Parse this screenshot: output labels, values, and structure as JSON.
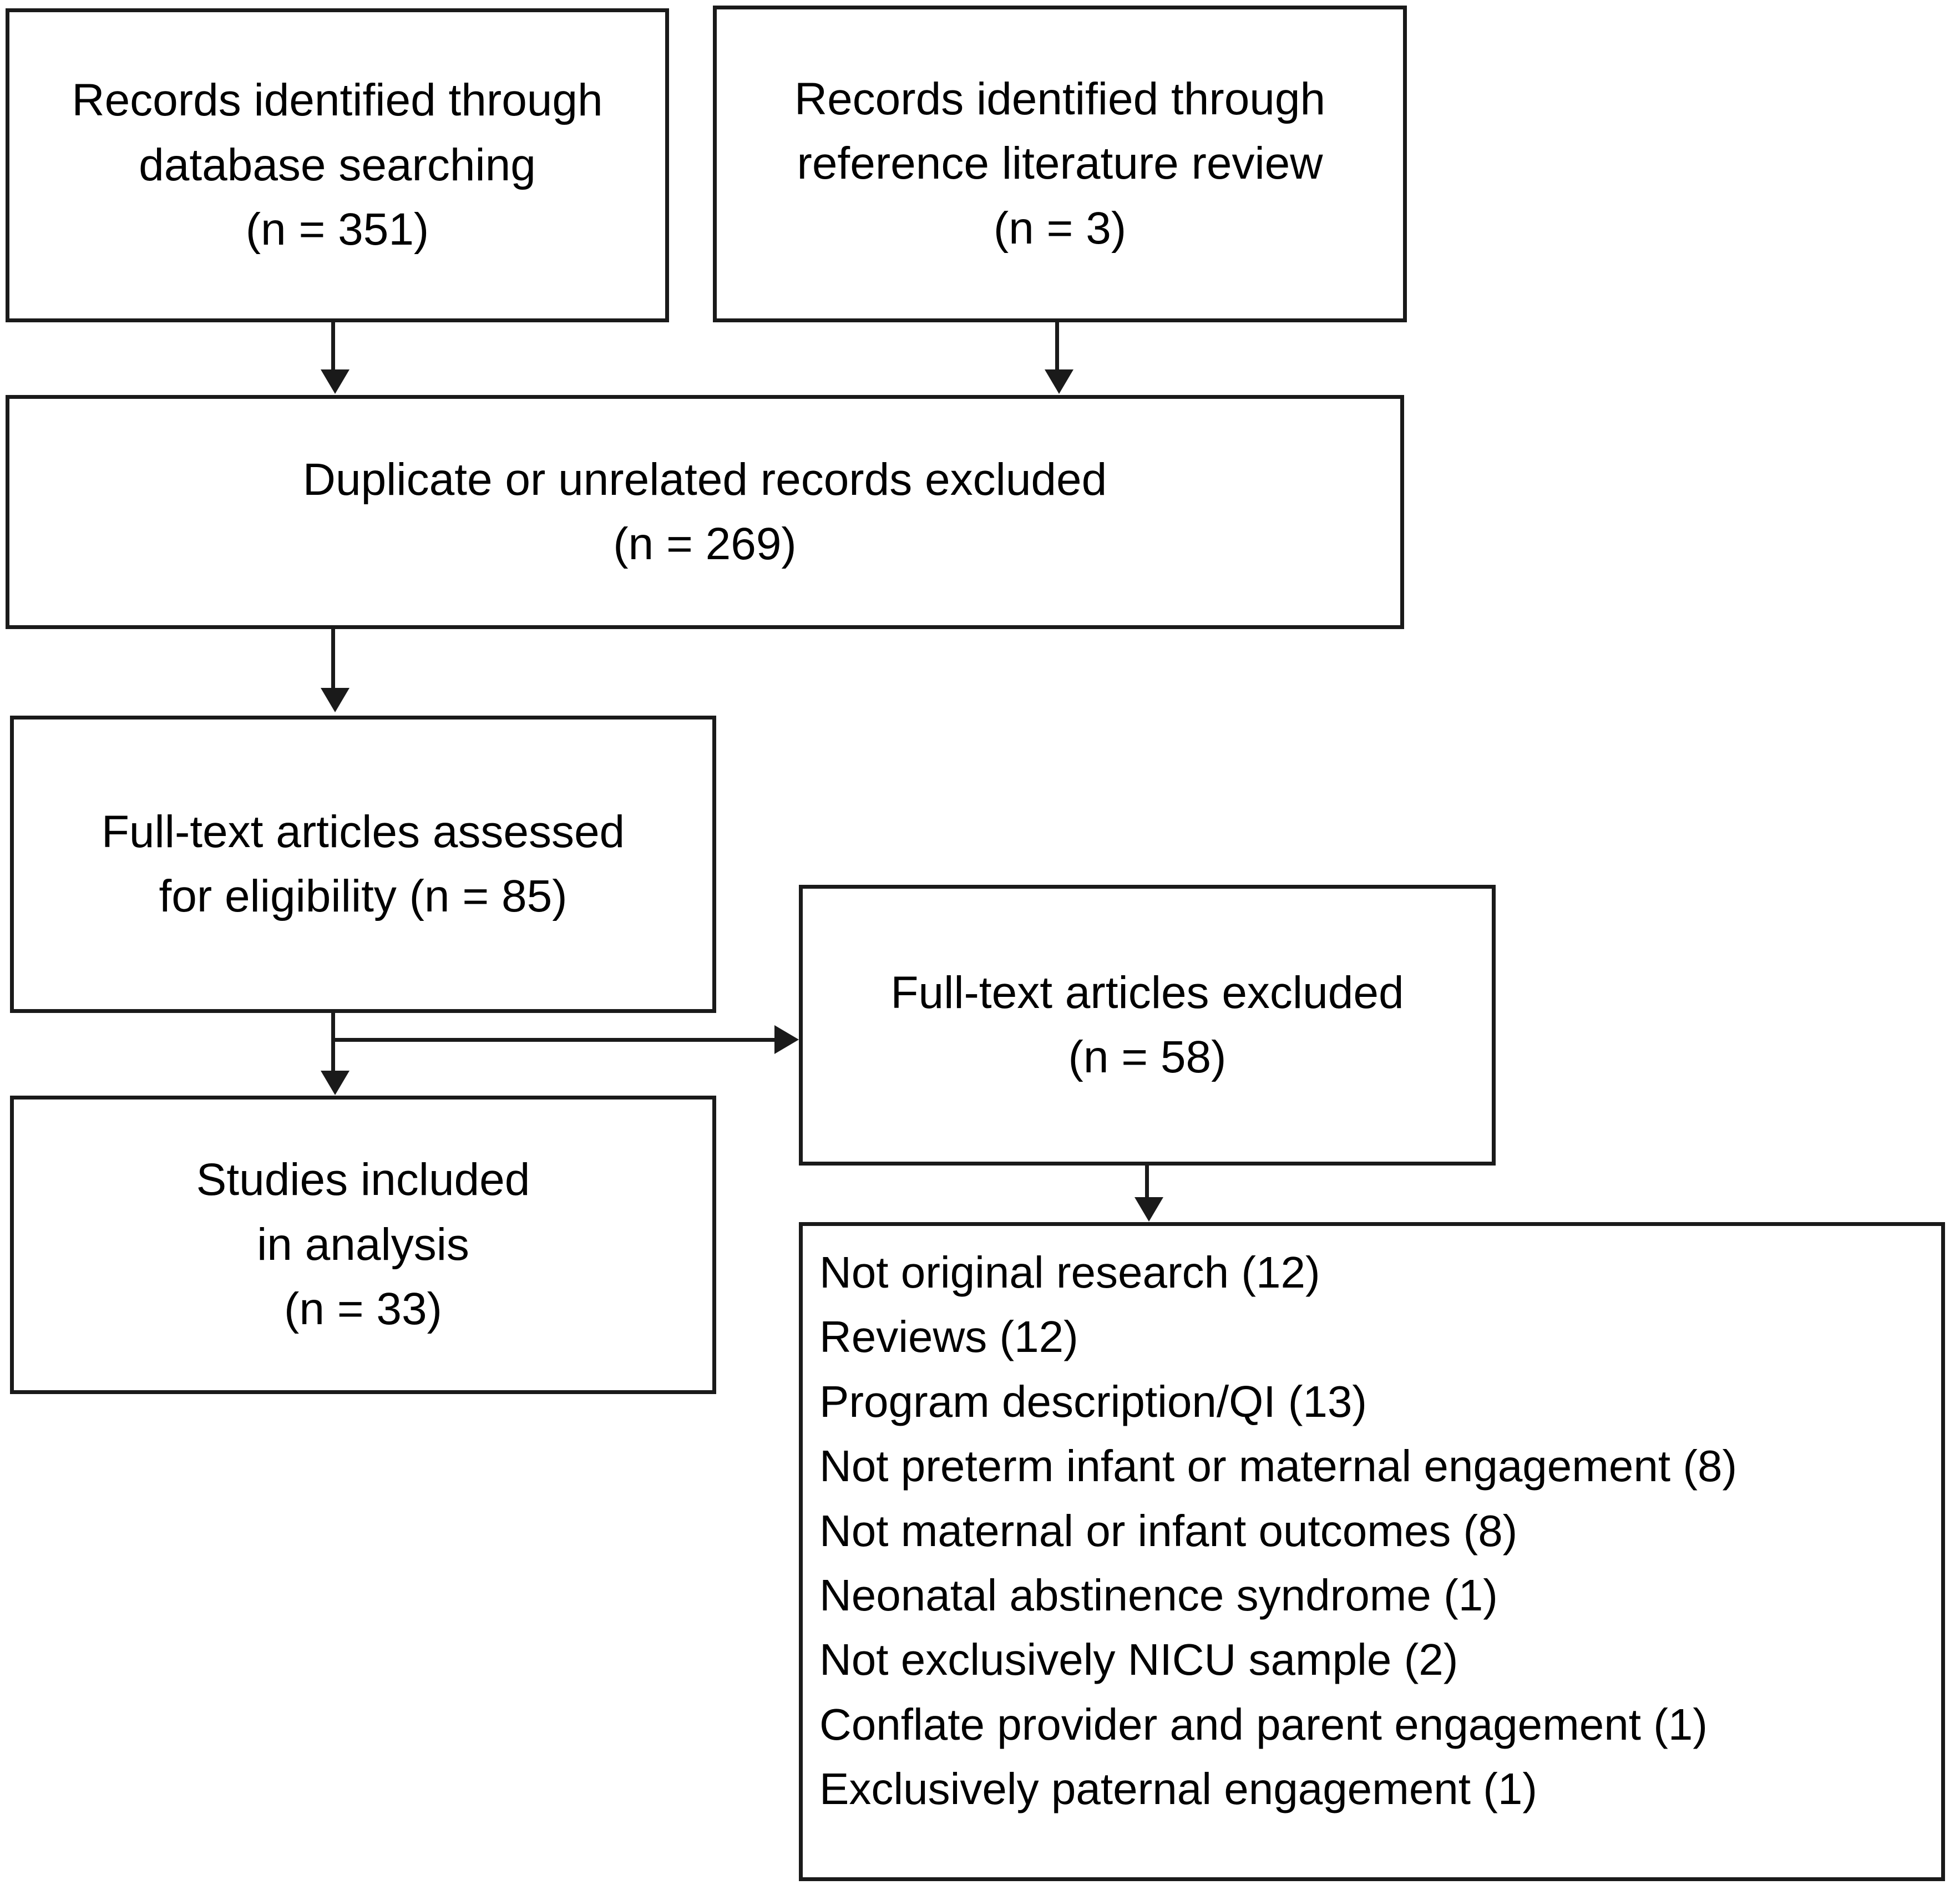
{
  "diagram": {
    "type": "prisma-flow-diagram",
    "nodes": {
      "db_search": {
        "lines": [
          "Records identified through",
          "database searching",
          "(n = 351)"
        ],
        "count": 351
      },
      "ref_review": {
        "lines": [
          "Records identified through",
          "reference literature review",
          "(n = 3)"
        ],
        "count": 3
      },
      "duplicates_excluded": {
        "lines": [
          "Duplicate or unrelated records excluded",
          "(n = 269)"
        ],
        "count": 269
      },
      "eligibility": {
        "lines": [
          "Full-text articles assessed",
          "for eligibility (n = 85)"
        ],
        "count": 85
      },
      "fulltext_excluded": {
        "lines": [
          "Full-text articles excluded",
          "(n = 58)"
        ],
        "count": 58
      },
      "studies_included": {
        "lines": [
          "Studies included",
          "in analysis",
          "(n = 33)"
        ],
        "count": 33
      },
      "exclusion_reasons": {
        "lines": [
          "Not original research (12)",
          "Reviews (12)",
          "Program description/QI (13)",
          "Not preterm infant or maternal engagement (8)",
          "Not maternal or infant outcomes (8)",
          "Neonatal abstinence syndrome (1)",
          "Not exclusively NICU sample (2)",
          "Conflate provider and parent engagement (1)",
          "Exclusively paternal engagement (1)"
        ],
        "reasons": [
          {
            "label": "Not original research",
            "count": 12
          },
          {
            "label": "Reviews",
            "count": 12
          },
          {
            "label": "Program description/QI",
            "count": 13
          },
          {
            "label": "Not preterm infant or maternal engagement",
            "count": 8
          },
          {
            "label": "Not maternal or infant outcomes",
            "count": 8
          },
          {
            "label": "Neonatal abstinence syndrome",
            "count": 1
          },
          {
            "label": "Not exclusively NICU sample",
            "count": 2
          },
          {
            "label": "Conflate provider and parent engagement",
            "count": 1
          },
          {
            "label": "Exclusively paternal engagement",
            "count": 1
          }
        ]
      }
    },
    "colors": {
      "border": "#1a1a1a",
      "text": "#000000",
      "background": "#ffffff"
    }
  }
}
